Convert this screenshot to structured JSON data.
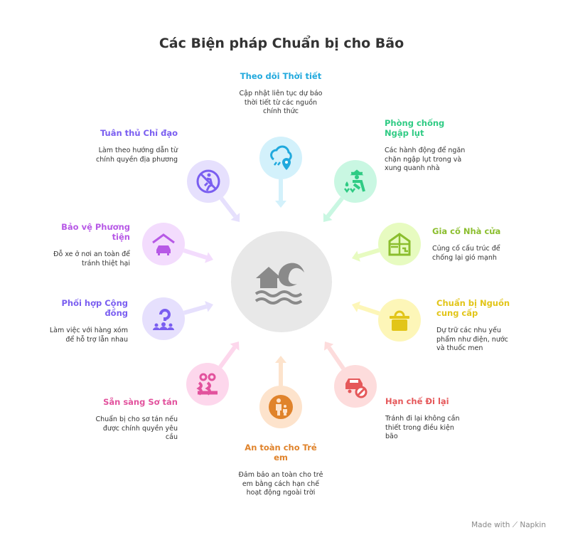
{
  "title": "Các Biện pháp Chuẩn bị cho Bão",
  "center_icon": "house-flood-wave-icon",
  "items": [
    {
      "title": "Theo dõi Thời tiết",
      "desc": "Cập nhật liên tục dự báo thời tiết từ các nguồn chính thức",
      "icon": "cloud-rain-location-icon",
      "color": "#21a9dd",
      "bg": "#d3f1fb"
    },
    {
      "title": "Phòng chống Ngập lụt",
      "desc": "Các hành động để ngăn chặn ngập lụt trong và xung quanh nhà",
      "icon": "farmer-water-icon",
      "color": "#2fcb84",
      "bg": "#c9f7e2"
    },
    {
      "title": "Gia cố Nhà cửa",
      "desc": "Củng cố cấu trúc để chống lại gió mạnh",
      "icon": "house-structure-icon",
      "color": "#8bbe2e",
      "bg": "#e7fbc0"
    },
    {
      "title": "Chuẩn bị Nguồn cung cấp",
      "desc": "Dự trữ các nhu yếu phẩm như điện, nước và thuốc men",
      "icon": "basket-icon",
      "color": "#e2c518",
      "bg": "#fdf6b8"
    },
    {
      "title": "Hạn chế Đi lại",
      "desc": "Tránh đi lại không cần thiết trong điều kiện bão",
      "icon": "car-prohibited-icon",
      "color": "#e5585a",
      "bg": "#fddcdc"
    },
    {
      "title": "An toàn cho Trẻ em",
      "desc": "Đảm bảo an toàn cho trẻ em bằng cách hạn chế hoạt động ngoài trời",
      "icon": "parent-child-icon",
      "color": "#e0832b",
      "bg": "#fde3cc"
    },
    {
      "title": "Sẵn sàng Sơ tán",
      "desc": "Chuẩn bị cho sơ tán nếu được chính quyền yêu cầu",
      "icon": "people-evacuate-icon",
      "color": "#e2529d",
      "bg": "#fdd7ec"
    },
    {
      "title": "Phối hợp Cộng đồng",
      "desc": "Làm việc với hàng xóm để hỗ trợ lẫn nhau",
      "icon": "community-icon",
      "color": "#7a5ef0",
      "bg": "#e6e0fd"
    },
    {
      "title": "Bảo vệ Phương tiện",
      "desc": "Đỗ xe ở nơi an toàn để tránh thiệt hại",
      "icon": "car-garage-icon",
      "color": "#b759e6",
      "bg": "#f3dcfd"
    },
    {
      "title": "Tuân thủ Chỉ đạo",
      "desc": "Làm theo hướng dẫn từ chính quyền địa phương",
      "icon": "no-walking-icon",
      "color": "#7a5ef0",
      "bg": "#e6e0fd"
    }
  ],
  "footer": "Made with ⟋ Napkin"
}
